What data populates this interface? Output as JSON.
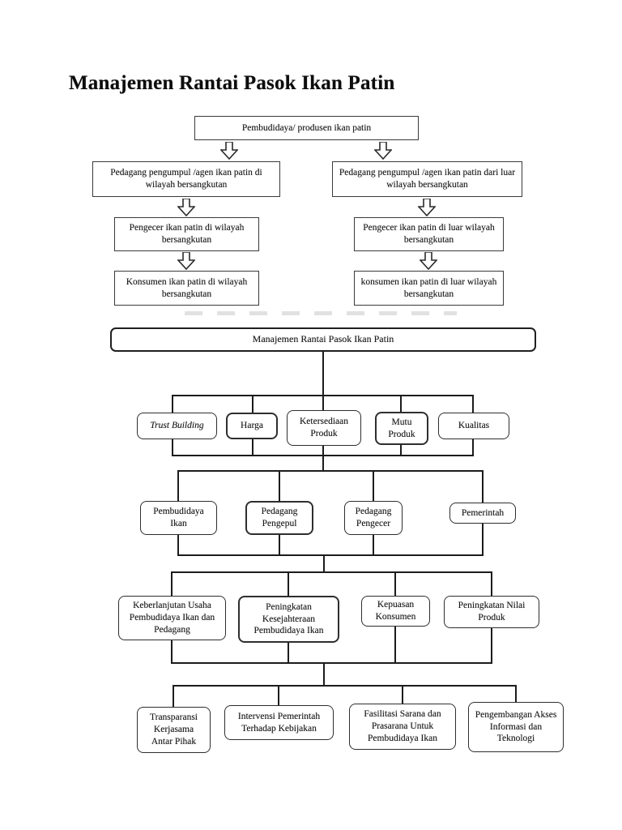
{
  "page_title": "Manajemen Rantai Pasok Ikan Patin",
  "supply_chain": {
    "producer": "Pembudidaya/ produsen ikan patin",
    "local": {
      "collector": "Pedagang pengumpul /agen ikan patin di wilayah bersangkutan",
      "retailer": "Pengecer ikan patin di wilayah bersangkutan",
      "consumer": "Konsumen ikan patin di wilayah bersangkutan"
    },
    "outside": {
      "collector": "Pedagang pengumpul /agen ikan patin dari luar wilayah bersangkutan",
      "retailer": "Pengecer ikan patin di luar wilayah bersangkutan",
      "consumer": "konsumen ikan patin di luar wilayah bersangkutan"
    }
  },
  "tree": {
    "root": "Manajemen Rantai Pasok Ikan Patin",
    "factors": [
      "Trust Building",
      "Harga",
      "Ketersediaan Produk",
      "Mutu Produk",
      "Kualitas"
    ],
    "actors": [
      "Pembudidaya Ikan",
      "Pedagang Pengepul",
      "Pedagang Pengecer",
      "Pemerintah"
    ],
    "outcomes": [
      "Keberlanjutan Usaha Pembudidaya Ikan dan Pedagang",
      "Peningkatan Kesejahteraan Pembudidaya Ikan",
      "Kepuasan Konsumen",
      "Peningkatan Nilai Produk"
    ],
    "supports": [
      "Transparansi Kerjasama Antar Pihak",
      "Intervensi Pemerintah Terhadap Kebijakan",
      "Fasilitasi Sarana dan Prasarana Untuk Pembudidaya Ikan",
      "Pengembangan Akses Informasi dan Teknologi"
    ]
  },
  "colors": {
    "ink": "#1b1b1b",
    "line": "#1c1c1c",
    "paper": "#ffffff"
  }
}
